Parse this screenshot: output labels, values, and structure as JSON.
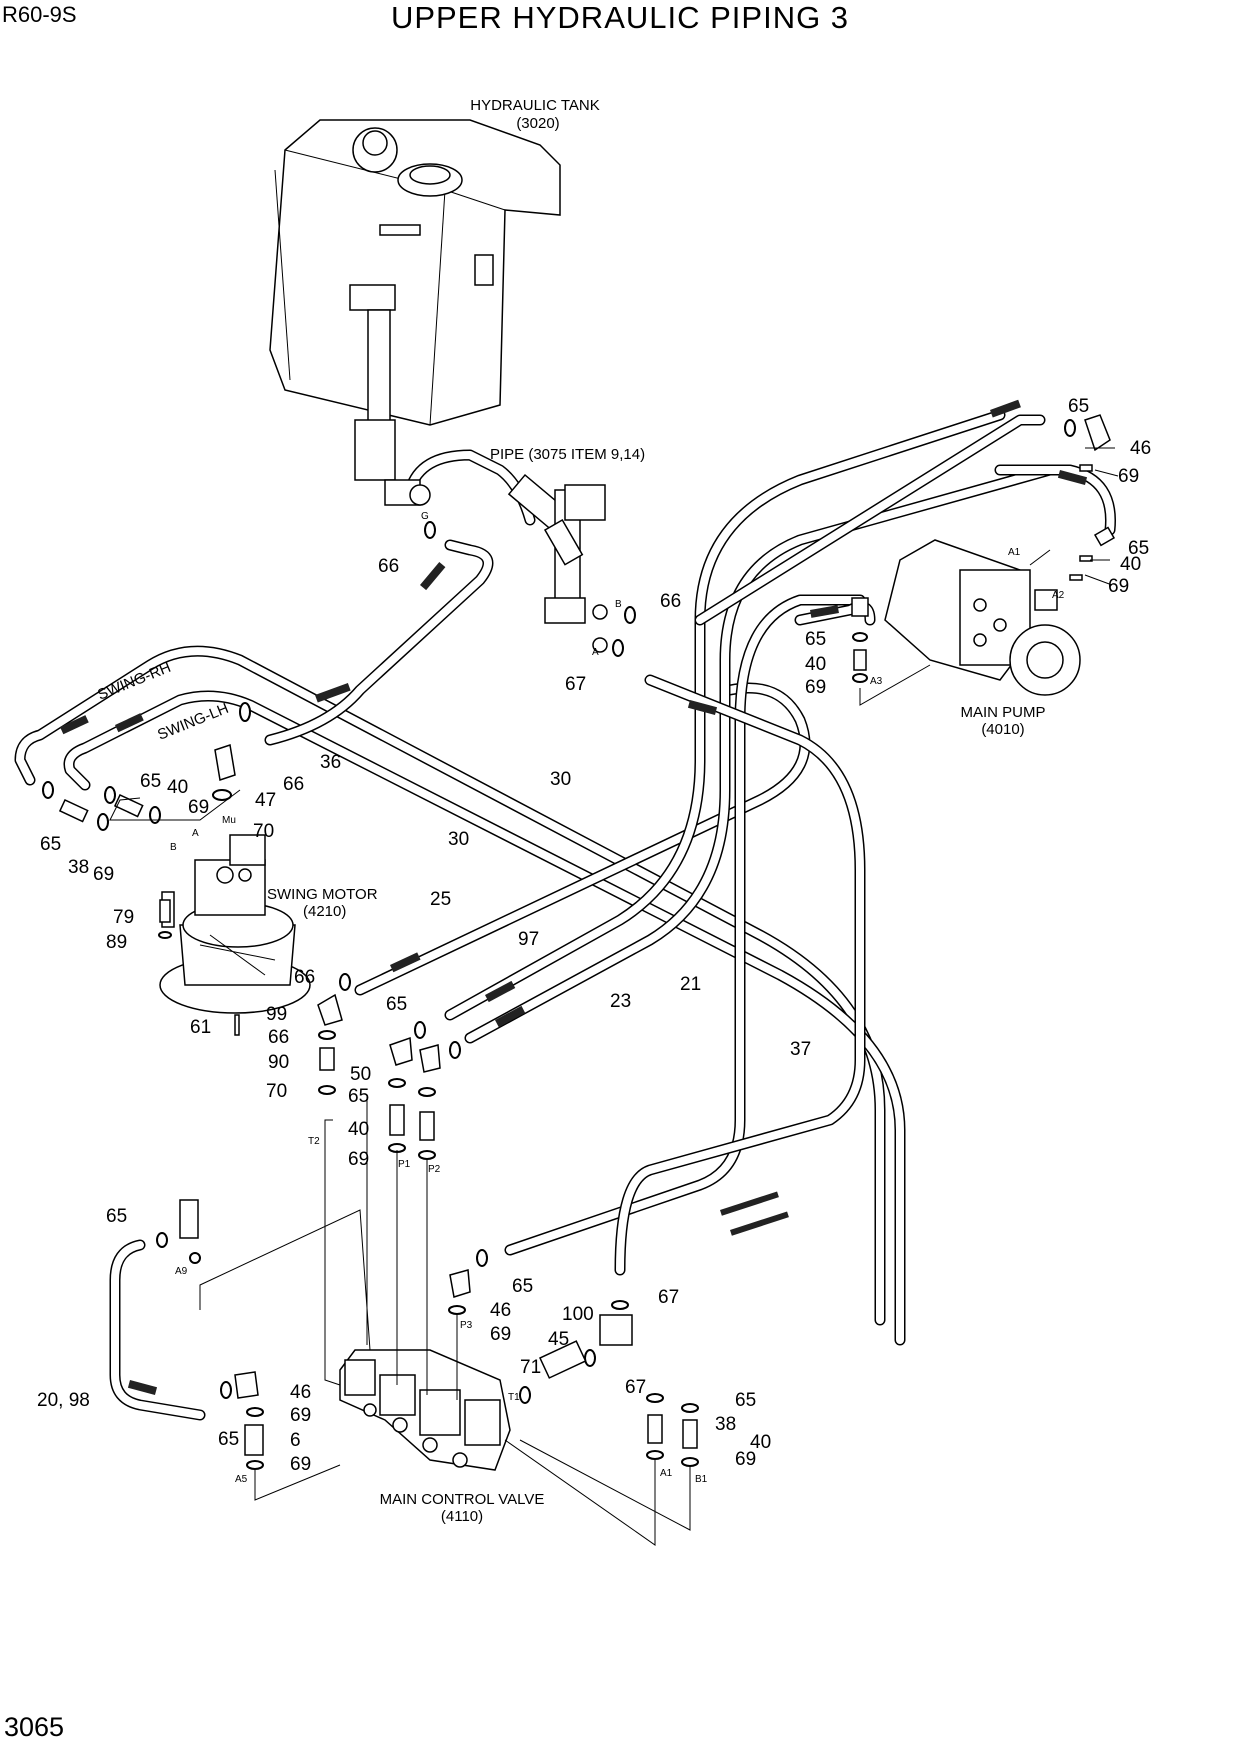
{
  "header": {
    "model": "R60-9S",
    "title": "UPPER HYDRAULIC PIPING 3"
  },
  "footer": {
    "page_number": "3065"
  },
  "components": {
    "tank_name": "HYDRAULIC TANK",
    "tank_code": "(3020)",
    "pipe_ref": "PIPE (3075 ITEM 9,14)",
    "pump_name": "MAIN PUMP",
    "pump_code": "(4010)",
    "motor_name": "SWING MOTOR",
    "motor_code": "(4210)",
    "valve_name": "MAIN CONTROL VALVE",
    "valve_code": "(4110)"
  },
  "hose_labels": {
    "swing_rh": "SWING-RH",
    "swing_lh": "SWING-LH"
  },
  "ports": {
    "g": "G",
    "b": "B",
    "a": "A",
    "a1_pump": "A1",
    "a2": "A2",
    "a3": "A3",
    "mu": "Mu",
    "motor_a": "A",
    "motor_b": "B",
    "t2": "T2",
    "p1": "P1",
    "p2": "P2",
    "p3": "P3",
    "t1": "T1",
    "a9": "A9",
    "a5": "A5",
    "a1_valve": "A1",
    "b1": "B1"
  },
  "callouts": {
    "c65_tr": "65",
    "c46_tr": "46",
    "c69_tr": "69",
    "c65_pump": "65",
    "c40_pump": "40",
    "c69_pump": "69",
    "c66_g": "66",
    "c66_b": "66",
    "c67_a": "67",
    "c65_a3": "65",
    "c40_a3": "40",
    "c69_a3": "69",
    "c36": "36",
    "c66_47": "66",
    "c47": "47",
    "c70_mu": "70",
    "c65_m": "65",
    "c40_m": "40",
    "c69_m": "69",
    "c65_l": "65",
    "c38_l": "38",
    "c69_l": "69",
    "c30_a": "30",
    "c30_b": "30",
    "c25": "25",
    "c97": "97",
    "c23": "23",
    "c21": "21",
    "c37": "37",
    "c79": "79",
    "c89": "89",
    "c61": "61",
    "c66_99": "66",
    "c99": "99",
    "c66_90": "66",
    "c90": "90",
    "c70_90": "70",
    "c65_50": "65",
    "c50": "50",
    "c65_40": "65",
    "c40_p": "40",
    "c69_p": "69",
    "c65_a9": "65",
    "c20_98": "20, 98",
    "c46_a5": "46",
    "c69_a5a": "69",
    "c65_a5": "65",
    "c6": "6",
    "c69_a5b": "69",
    "c65_p3": "65",
    "c46_p3": "46",
    "c69_p3": "69",
    "c100": "100",
    "c67_100": "67",
    "c45": "45",
    "c71": "71",
    "c67_t1": "67",
    "c65_a1": "65",
    "c38_a1": "38",
    "c40_b1": "40",
    "c69_b1": "69"
  }
}
